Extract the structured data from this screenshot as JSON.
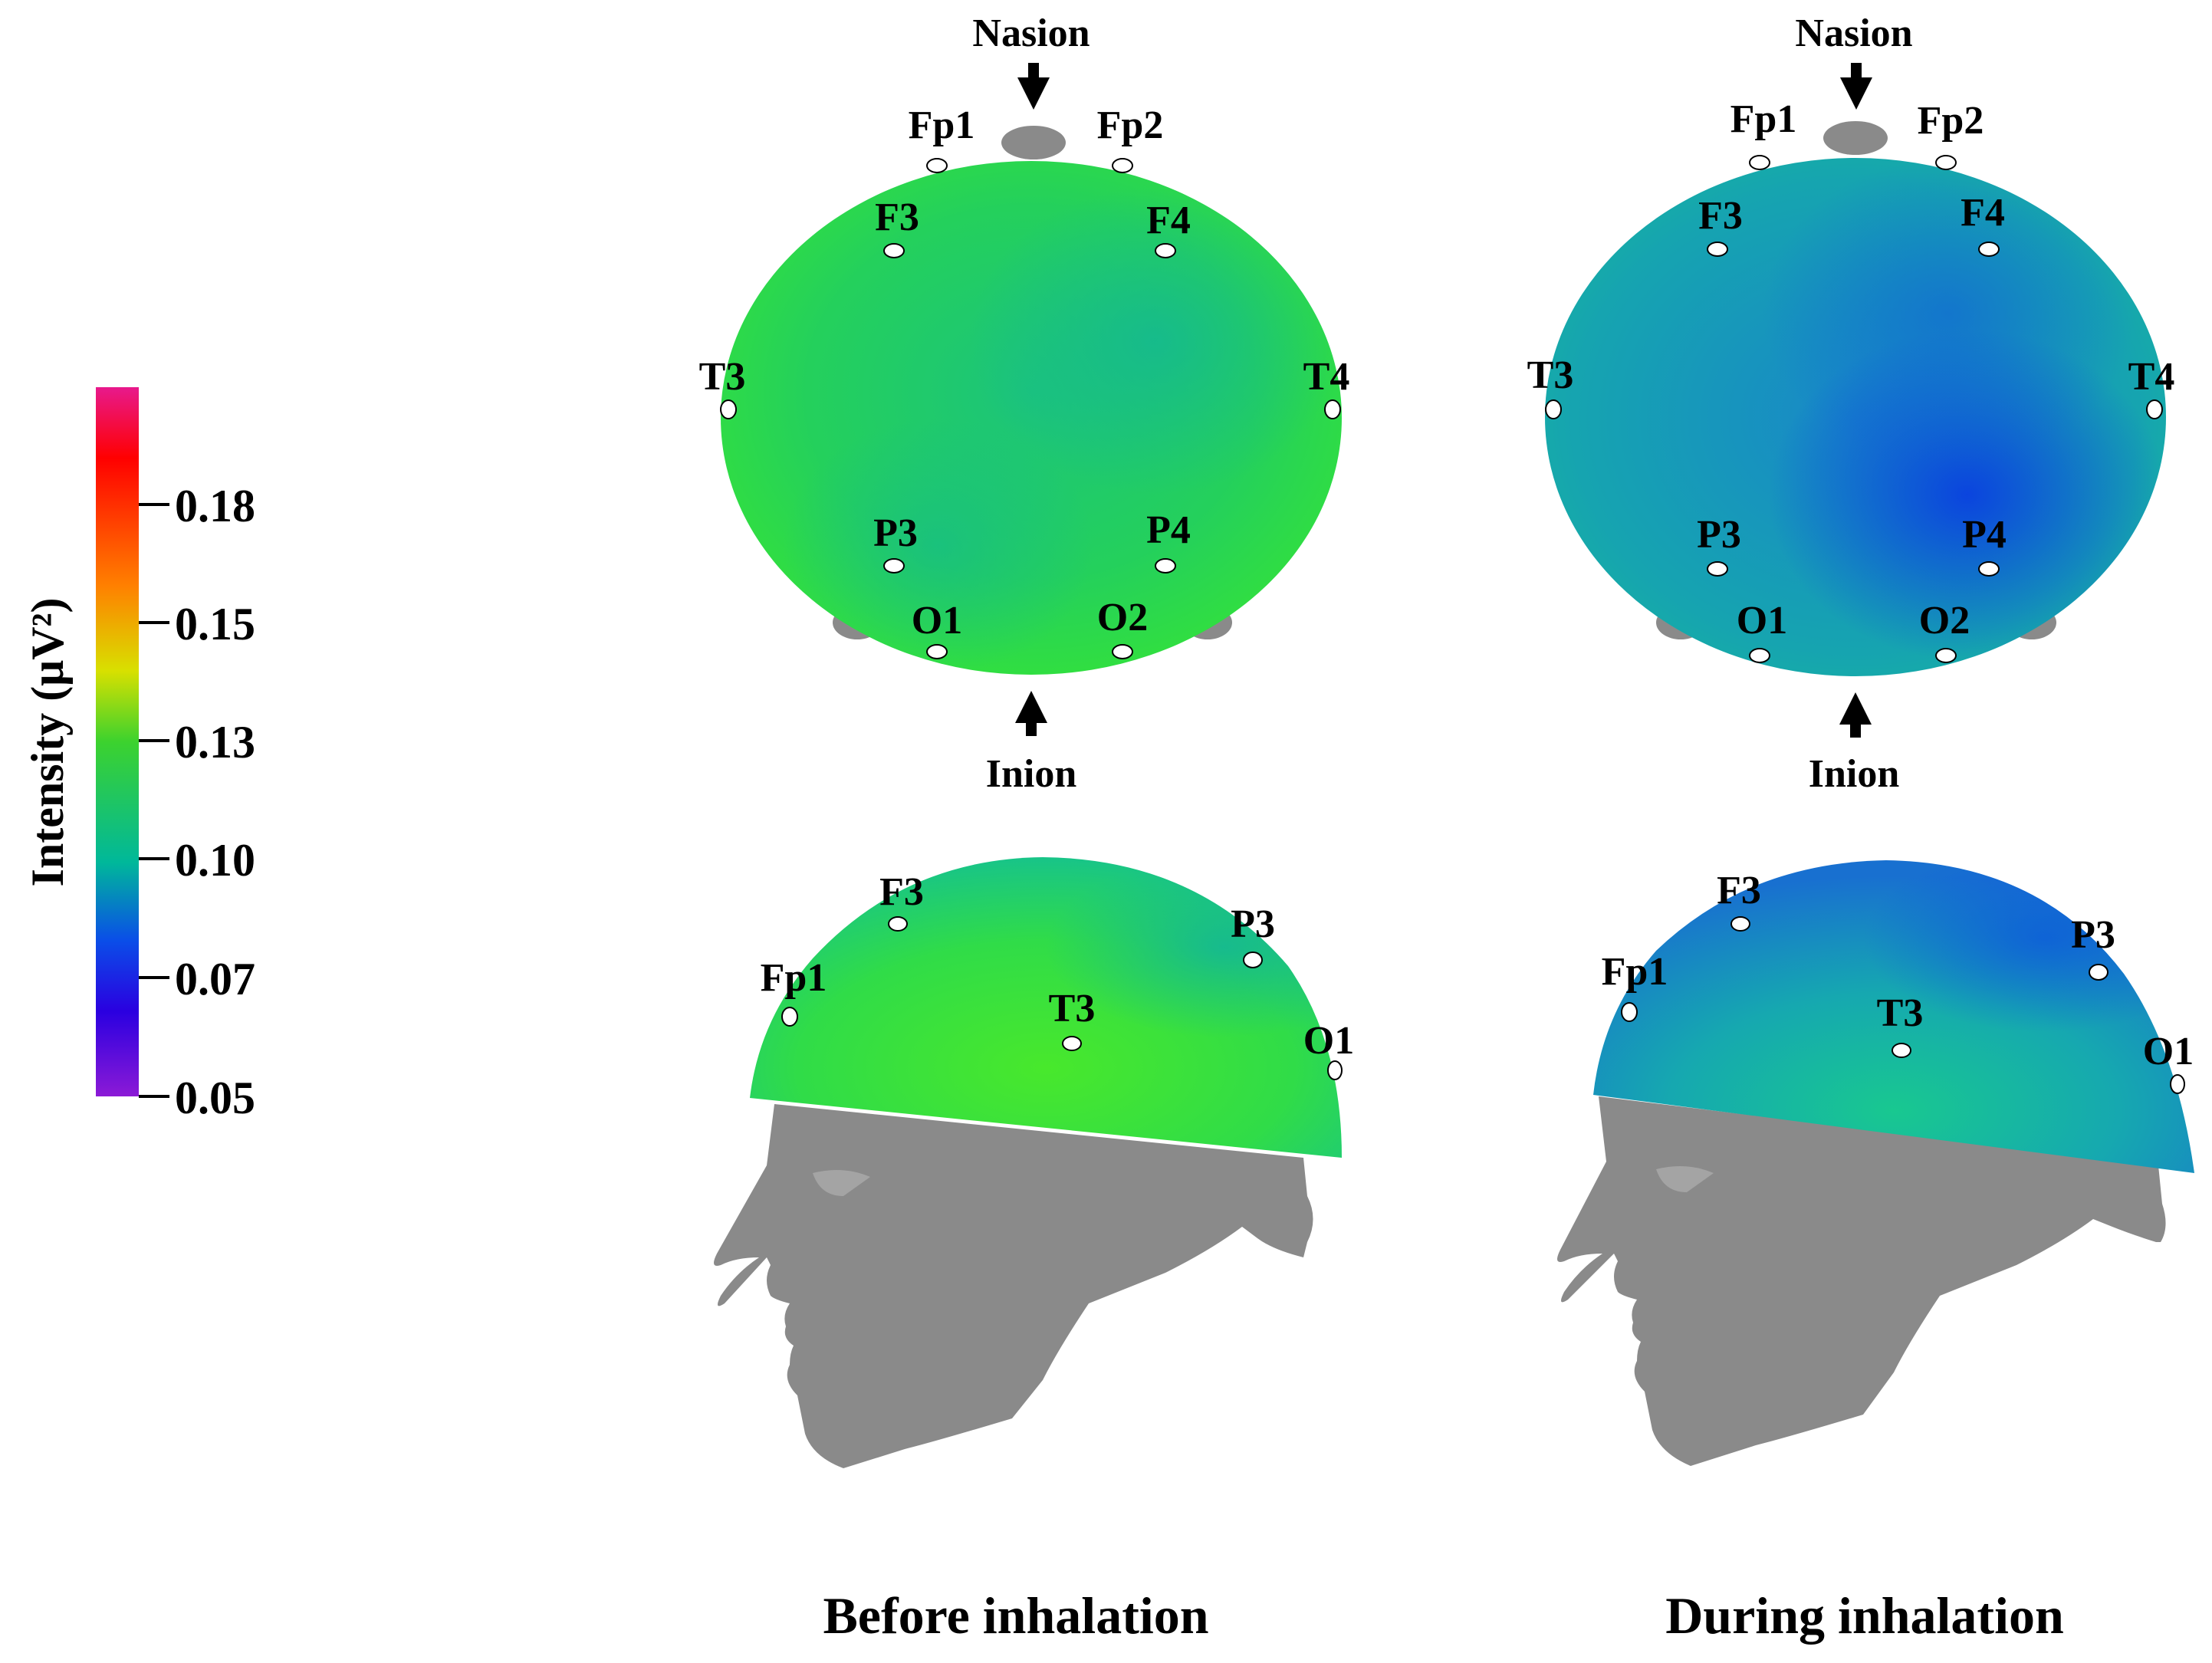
{
  "colorbar": {
    "title": "Intensity (μV²)",
    "ticks": [
      "0.18",
      "0.15",
      "0.13",
      "0.10",
      "0.07",
      "0.05"
    ],
    "colors": [
      "#e8198c",
      "#ff0000",
      "#ff8000",
      "#d8e000",
      "#3cd22e",
      "#00b89a",
      "#0a4ee8",
      "#2a00e0",
      "#8c1ad6"
    ]
  },
  "landmarks": {
    "nasion": "Nasion",
    "inion": "Inion"
  },
  "panels": [
    {
      "condition": "Before inhalation",
      "top_electrodes": [
        "Fp1",
        "Fp2",
        "F3",
        "F4",
        "T3",
        "T4",
        "P3",
        "P4",
        "O1",
        "O2"
      ],
      "side_electrodes": [
        "F3",
        "Fp1",
        "P3",
        "T3",
        "O1"
      ]
    },
    {
      "condition": "During inhalation",
      "top_electrodes": [
        "Fp1",
        "Fp2",
        "F3",
        "F4",
        "T3",
        "T4",
        "P3",
        "P4",
        "O1",
        "O2"
      ],
      "side_electrodes": [
        "F3",
        "Fp1",
        "P3",
        "T3",
        "O1"
      ]
    }
  ]
}
